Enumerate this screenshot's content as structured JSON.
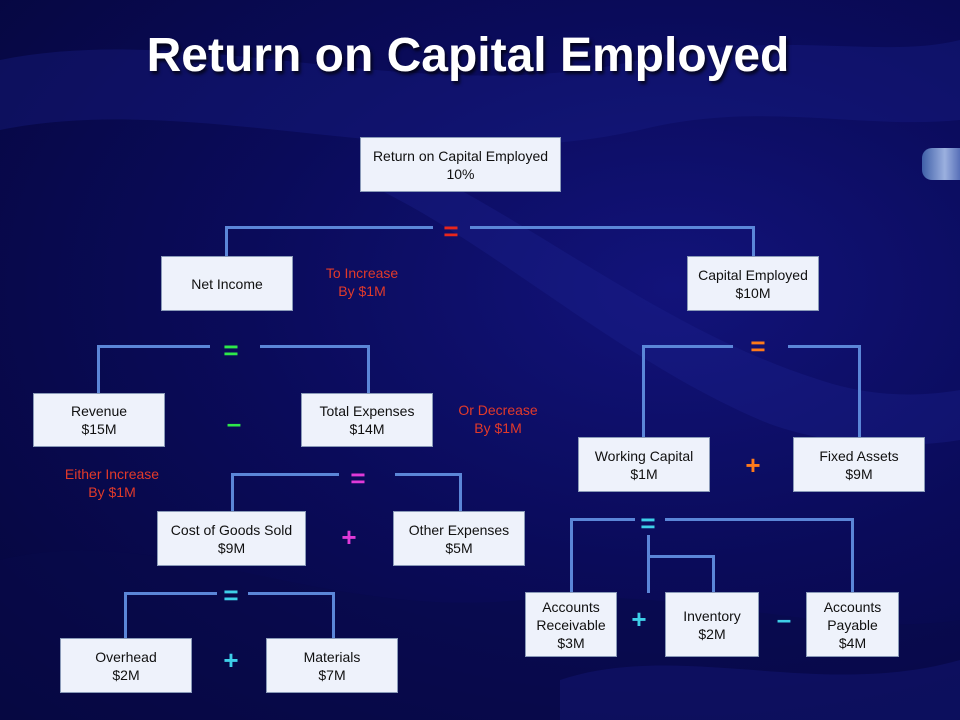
{
  "title": "Return on Capital Employed",
  "colors": {
    "background": "#0a0b5a",
    "connector": "#5b86d8",
    "op_red": "#e8261c",
    "op_green": "#2ee84a",
    "op_orange": "#ff7a1a",
    "op_magenta": "#e03ad8",
    "op_cyan": "#3ecfe8",
    "note_red": "#e23a2a"
  },
  "boxes": {
    "roce": [
      "Return on Capital Employed",
      "10%"
    ],
    "net_income": [
      "Net Income"
    ],
    "capital_employed": [
      "Capital Employed",
      "$10M"
    ],
    "revenue": [
      "Revenue",
      "$15M"
    ],
    "total_expenses": [
      "Total Expenses",
      "$14M"
    ],
    "working_capital": [
      "Working Capital",
      "$1M"
    ],
    "fixed_assets": [
      "Fixed Assets",
      "$9M"
    ],
    "cogs": [
      "Cost of Goods Sold",
      "$9M"
    ],
    "other_expenses": [
      "Other Expenses",
      "$5M"
    ],
    "accounts_receivable": [
      "Accounts",
      "Receivable",
      "$3M"
    ],
    "inventory": [
      "Inventory",
      "$2M"
    ],
    "accounts_payable": [
      "Accounts",
      "Payable",
      "$4M"
    ],
    "overhead": [
      "Overhead",
      "$2M"
    ],
    "materials": [
      "Materials",
      "$7M"
    ]
  },
  "operators": {
    "roce_eq": "=",
    "ni_eq": "=",
    "ni_minus": "–",
    "ce_eq": "=",
    "ce_plus": "+",
    "te_eq": "=",
    "te_plus": "+",
    "wc_eq": "=",
    "wc_plus": "+",
    "wc_minus": "–",
    "cogs_eq": "=",
    "cogs_plus": "+"
  },
  "notes": {
    "to_increase": [
      "To Increase",
      "By $1M"
    ],
    "or_decrease": [
      "Or Decrease",
      "By $1M"
    ],
    "either_increase": [
      "Either Increase",
      "By $1M"
    ]
  }
}
